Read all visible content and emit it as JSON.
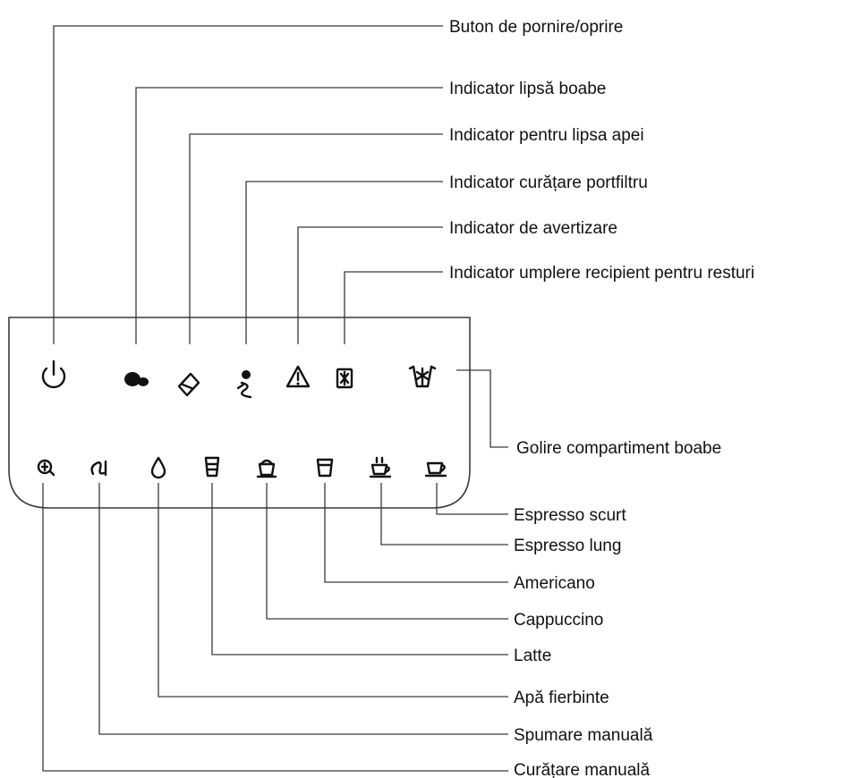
{
  "labels": {
    "power": "Buton de pornire/oprire",
    "no_beans": "Indicator lipsă boabe",
    "no_water": "Indicator pentru lipsa apei",
    "clean_portafilter": "Indicator curățare portfiltru",
    "warning": "Indicator de avertizare",
    "waste_bin_full": "Indicator umplere recipient pentru resturi",
    "empty_bean_compartment": "Golire compartiment boabe",
    "espresso_short": "Espresso scurt",
    "espresso_long": "Espresso lung",
    "americano": "Americano",
    "cappuccino": "Cappuccino",
    "latte": "Latte",
    "hot_water": "Apă fierbinte",
    "manual_froth": "Spumare manuală",
    "manual_clean": "Curățare manuală"
  },
  "icons": {
    "top_row": [
      "power-icon",
      "coffee-bean-icon",
      "water-tank-icon",
      "portafilter-clean-icon",
      "warning-icon",
      "waste-bin-icon",
      "bean-empty-icon"
    ],
    "bottom_row": [
      "manual-clean-icon",
      "steam-froth-icon",
      "water-drop-icon",
      "latte-glass-icon",
      "cappuccino-cup-icon",
      "americano-cup-icon",
      "espresso-long-icon",
      "espresso-short-icon"
    ]
  }
}
